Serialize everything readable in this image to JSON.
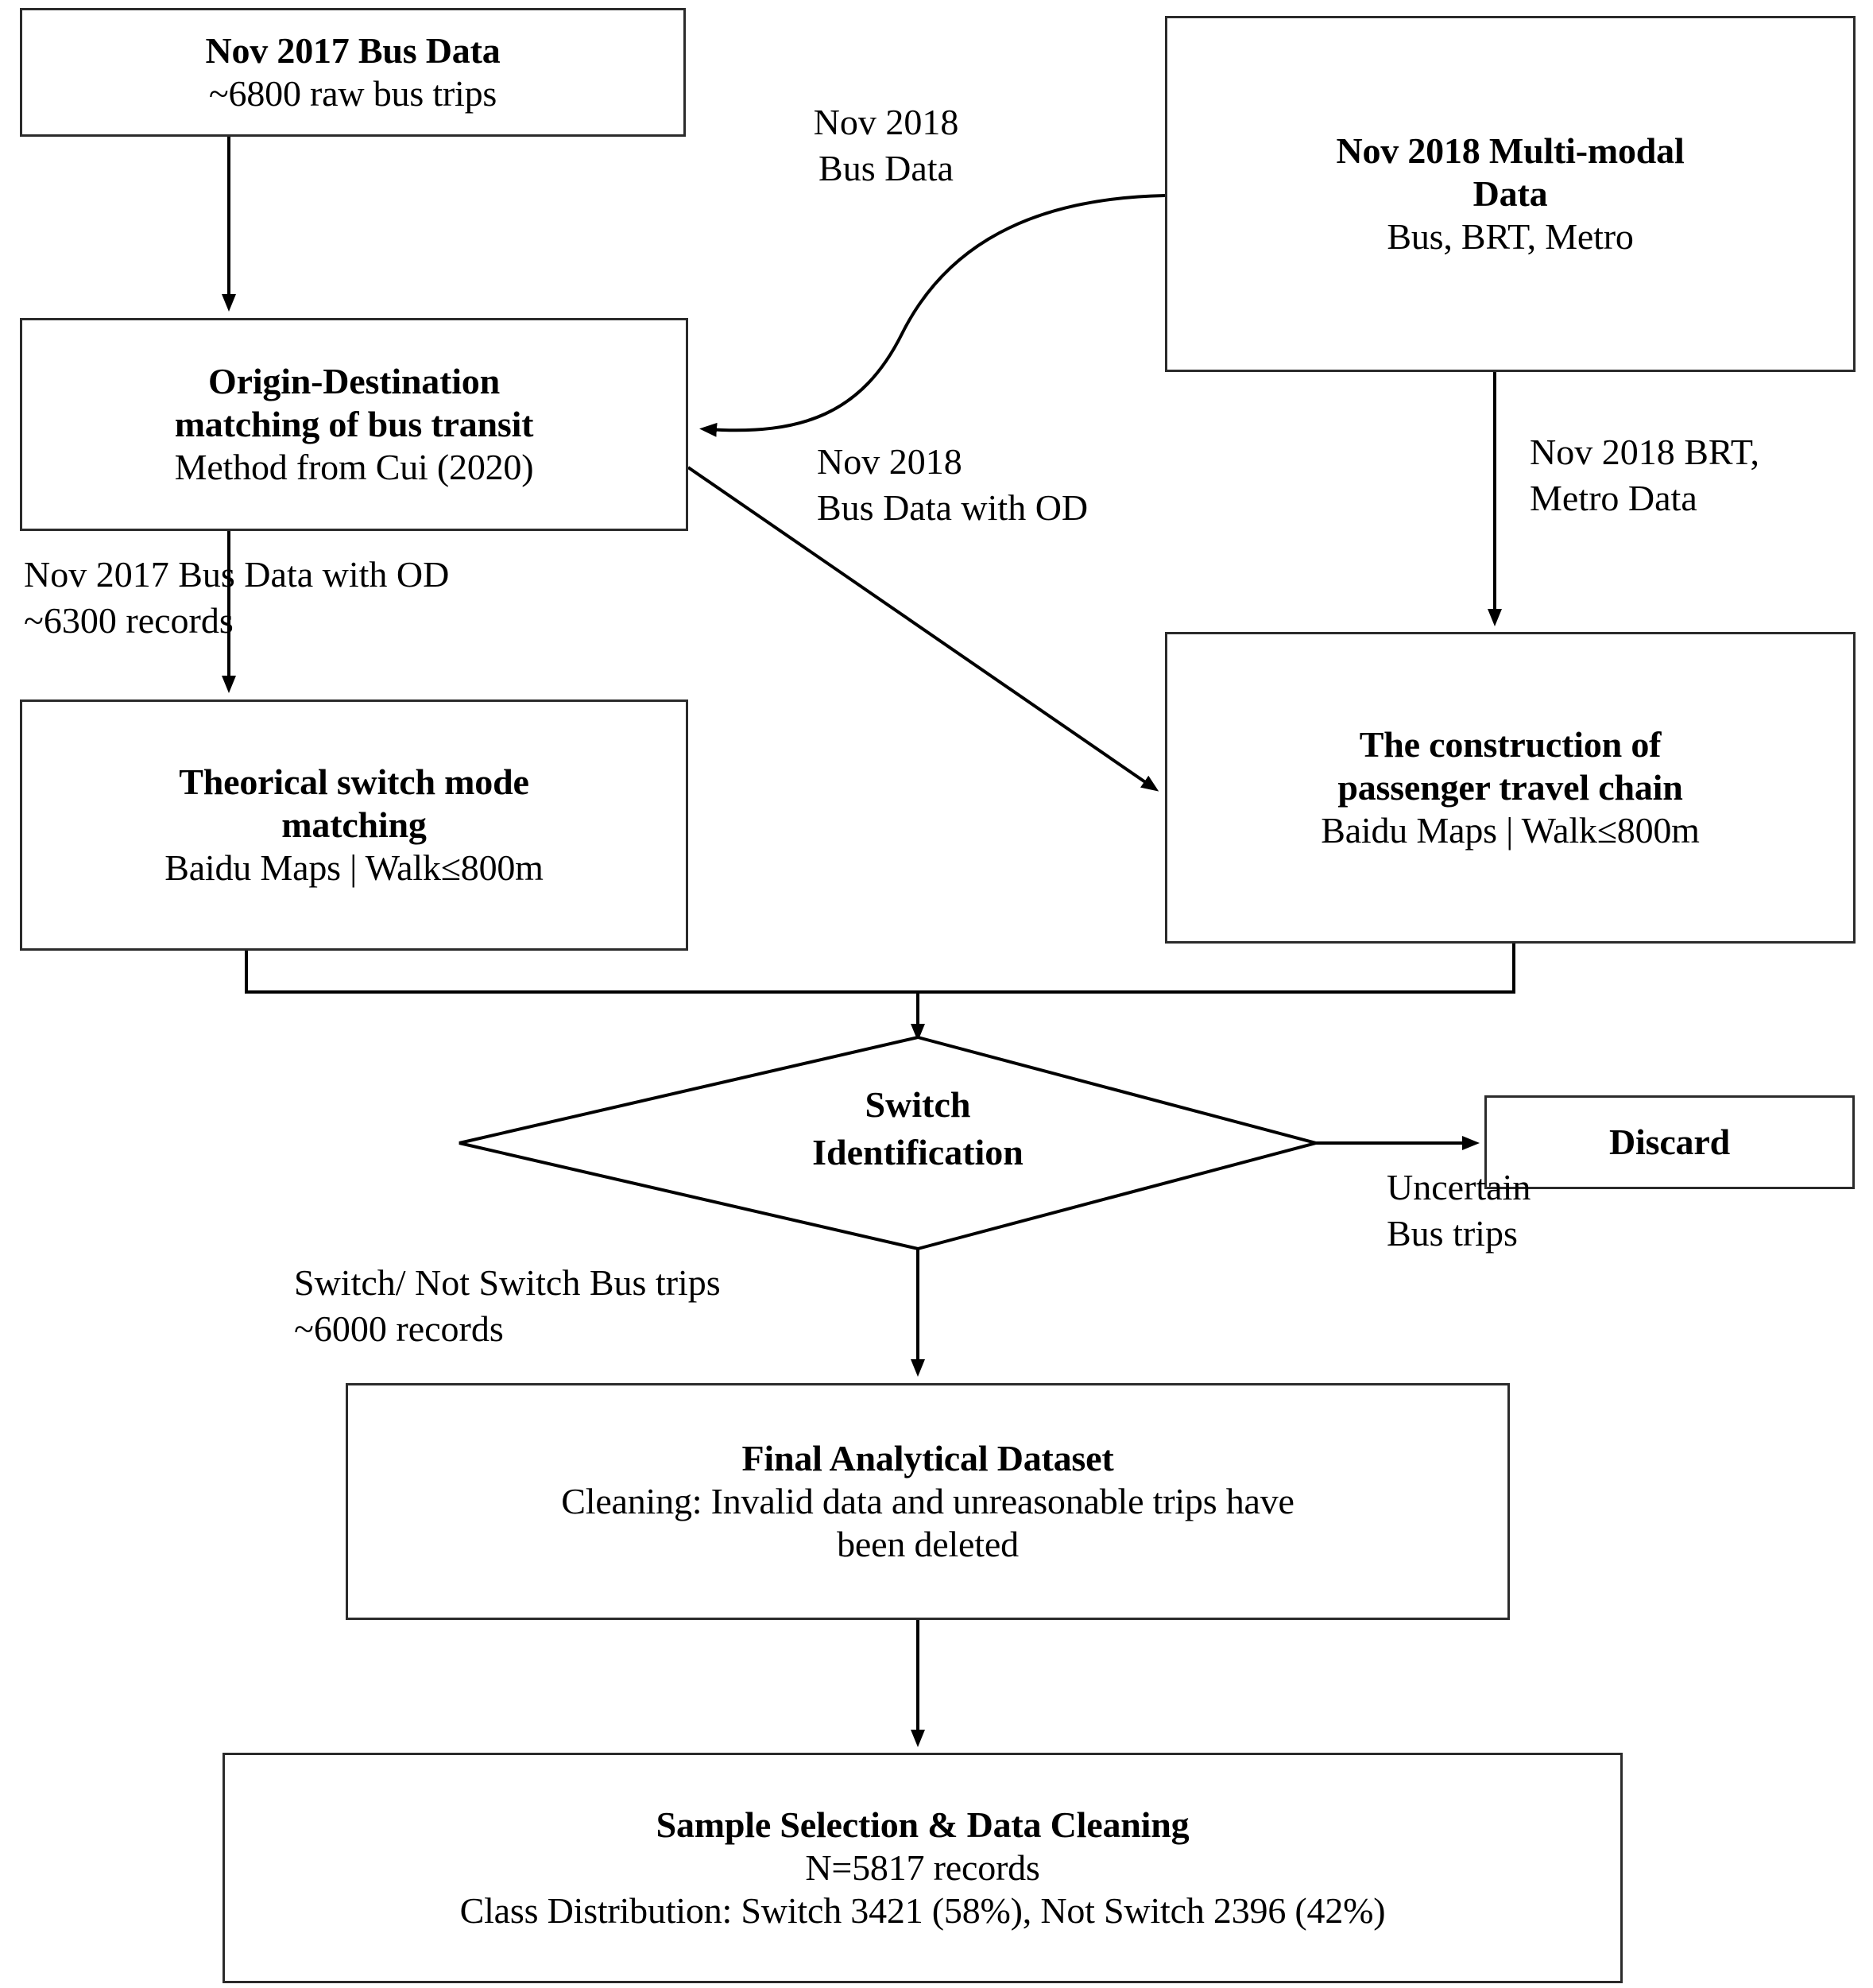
{
  "diagram": {
    "title": "Data processing flowchart for bus transit switch identification",
    "colors": {
      "stroke": "#2b2b2b",
      "text": "#000000",
      "background": "#ffffff"
    },
    "nodes": [
      {
        "id": "nov2017-bus-data",
        "shape": "rect",
        "title": "Nov 2017 Bus Data",
        "subtitle": "~6800 raw bus trips"
      },
      {
        "id": "nov2018-multimodal-data",
        "shape": "rect",
        "title": "Nov 2018 Multi-modal Data",
        "title_line1": "Nov 2018 Multi-modal",
        "title_line2": "Data",
        "subtitle": "Bus, BRT, Metro"
      },
      {
        "id": "od-matching",
        "shape": "rect",
        "title_line1": "Origin-Destination",
        "title_line2": "matching of bus transit",
        "subtitle": "Method from Cui (2020)"
      },
      {
        "id": "theorical-switch-mode-matching",
        "shape": "rect",
        "title_line1": "Theorical switch mode",
        "title_line2": "matching",
        "subtitle": "Baidu Maps | Walk≤800m"
      },
      {
        "id": "passenger-travel-chain",
        "shape": "rect",
        "title_line1": "The construction of",
        "title_line2": "passenger travel chain",
        "subtitle": "Baidu Maps | Walk≤800m"
      },
      {
        "id": "switch-identification",
        "shape": "diamond",
        "title_line1": "Switch",
        "title_line2": "Identification"
      },
      {
        "id": "discard",
        "shape": "rect",
        "title": "Discard"
      },
      {
        "id": "final-analytical-dataset",
        "shape": "rect",
        "title": "Final Analytical Dataset",
        "subtitle_line1": "Cleaning: Invalid data and unreasonable trips have",
        "subtitle_line2": "been deleted"
      },
      {
        "id": "sample-selection-data-cleaning",
        "shape": "rect",
        "title": "Sample Selection & Data Cleaning",
        "subtitle_line1": "N=5817 records",
        "subtitle_line2": "Class Distribution: Switch 3421 (58%), Not Switch 2396 (42%)"
      }
    ],
    "edge_labels": {
      "nov2018_bus_data": "Nov 2018\nBus Data",
      "nov2017_bus_data_with_od": "Nov 2017 Bus Data with OD\n~6300 records",
      "nov2018_bus_data_with_od": "Nov 2018\nBus Data with OD",
      "nov2018_brt_metro_data": "Nov 2018 BRT,\nMetro Data",
      "uncertain_bus_trips": "Uncertain\nBus trips",
      "switch_not_switch_bus_trips": "Switch/ Not Switch Bus trips\n~6000 records"
    },
    "stats": {
      "raw_bus_trips": "~6800",
      "bus_data_with_od_records": "~6300",
      "switch_not_switch_records": "~6000",
      "final_n": "5817",
      "switch_count": "3421",
      "switch_pct": "58%",
      "not_switch_count": "2396",
      "not_switch_pct": "42%",
      "walk_threshold": "800m"
    }
  }
}
